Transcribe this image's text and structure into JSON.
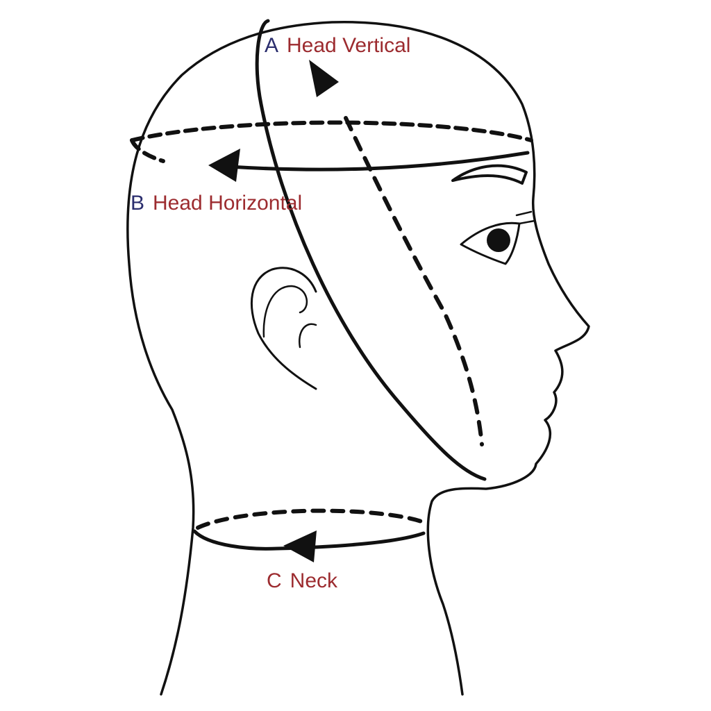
{
  "colors": {
    "outline": "#111111",
    "label_text": "#9c2b2f",
    "letter_a": "#2b2e6e",
    "letter_b": "#2b2e6e",
    "letter_c": "#9c2b2f"
  },
  "measurements": [
    {
      "letter": "A",
      "label": "Head Vertical"
    },
    {
      "letter": "B",
      "label": "Head Horizontal"
    },
    {
      "letter": "C",
      "label": "Neck"
    }
  ]
}
